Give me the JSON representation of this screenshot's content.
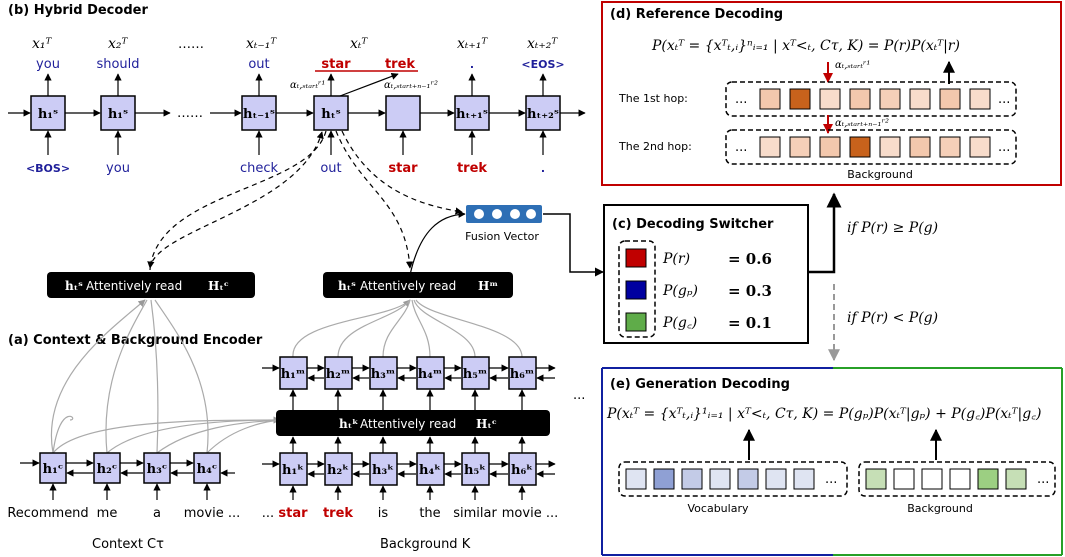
{
  "panels": {
    "hybrid_decoder": "(b) Hybrid Decoder",
    "context_encoder": "(a) Context  &  Background Encoder",
    "reference_decoding": "(d) Reference Decoding",
    "decoding_switcher": "(c) Decoding Switcher",
    "generation_decoding": "(e) Generation Decoding"
  },
  "decoder": {
    "top_vars": [
      "x₁ᵀ",
      "x₂ᵀ",
      "……",
      "xₜ₋₁ᵀ",
      "xₜᵀ",
      "xₜ₊₁ᵀ",
      "xₜ₊₂ᵀ"
    ],
    "outputs": [
      "you",
      "should",
      "out",
      ".",
      "<EOS>"
    ],
    "red_outputs": [
      "star",
      "trek"
    ],
    "inputs": [
      "<BOS>",
      "you",
      "check",
      "out",
      "star",
      "trek",
      "."
    ],
    "cell_labels": [
      "h₁ˢ",
      "h₁ˢ",
      "……",
      "hₜ₋₁ˢ",
      "hₜˢ",
      "hₜ₊₁ˢ",
      "hₜ₊₂ˢ"
    ],
    "alpha1": "αₜ,ₛₜₐᵣₜʳ¹",
    "alpha2": "αₜ,ₛₜₐᵣₜ₊ₙ₋₁ʳ²",
    "fusion_label": "Fusion Vector",
    "attn_context_prefix": "hₜˢ",
    "attn_context_text": "Attentively read",
    "attn_context_suffix": "Hₜᶜ",
    "attn_background_prefix": "hₜˢ",
    "attn_background_text": "Attentively read",
    "attn_background_suffix": "Hᵐ"
  },
  "encoder": {
    "context_cells": [
      "h₁ᶜ",
      "h₂ᶜ",
      "h₃ᶜ",
      "h₄ᶜ"
    ],
    "context_words": [
      "Recommend",
      "me",
      "a",
      "movie ..."
    ],
    "context_caption": "Context Cτ",
    "memory_cells": [
      "h₁ᵐ",
      "h₂ᵐ",
      "h₃ᵐ",
      "h₄ᵐ",
      "h₅ᵐ",
      "h₆ᵐ"
    ],
    "knowledge_cells": [
      "h₁ᵏ",
      "h₂ᵏ",
      "h₃ᵏ",
      "h₄ᵏ",
      "h₅ᵏ",
      "h₆ᵏ"
    ],
    "bg_words": [
      "...",
      "star",
      "trek",
      "is",
      "the",
      "similar",
      "movie ..."
    ],
    "bg_red_indices": [
      1,
      2
    ],
    "bg_caption": "Background K",
    "attn_k_prefix": "hₜᵏ",
    "attn_k_text": "Attentively read",
    "attn_k_suffix": "Hₜᶜ",
    "ellipsis": "..."
  },
  "reference": {
    "formula": "P(xₜᵀ = {xᵀₜ,ᵢ}ⁿᵢ₌₁ | xᵀ<ₜ, Cτ, K) = P(r)P(xₜᵀ|r)",
    "hop1_label": "The 1st hop:",
    "hop2_label": "The 2nd hop:",
    "hop1_alpha": "αₜ,ₛₜₐᵣₜʳ¹",
    "hop2_alpha": "αₜ,ₛₜₐᵣₜ₊ₙ₋₁ʳ²",
    "hop1_cells": [
      "#f3c8ad",
      "#c8621c",
      "#f8dccb",
      "#f3c8ad",
      "#f5cfb8",
      "#f8dccb",
      "#f3c8ad",
      "#f8dccb"
    ],
    "hop2_cells": [
      "#f8dccb",
      "#f5cfb8",
      "#f3c8ad",
      "#c8621c",
      "#f8dccb",
      "#f3c8ad",
      "#f5cfb8",
      "#f8dccb"
    ],
    "caption": "Background",
    "ellipsis": "..."
  },
  "switcher": {
    "rows": [
      {
        "label": "P(r)",
        "value": "= 0.6",
        "color": "#c00000"
      },
      {
        "label": "P(gₚ)",
        "value": "= 0.3",
        "color": "#0000a0"
      },
      {
        "label": "P(g꜀)",
        "value": "= 0.1",
        "color": "#5fac49"
      }
    ],
    "cond_ref": "if P(r) ≥ P(g)",
    "cond_gen": "if P(r) < P(g)"
  },
  "generation": {
    "formula": "P(xₜᵀ = {xᵀₜ,ᵢ}¹ᵢ₌₁ | xᵀ<ₜ, Cτ, K) = P(gₚ)P(xₜᵀ|gₚ) + P(g꜀)P(xₜᵀ|g꜀)",
    "vocab_cells": [
      "#dfe4f2",
      "#8fa0d4",
      "#c3cbe7",
      "#dfe4f2",
      "#c3cbe7",
      "#dfe4f2",
      "#dfe4f2"
    ],
    "bg_cells": [
      "#c6dfb6",
      "#ffffff",
      "#ffffff",
      "#ffffff",
      "#9ccf82",
      "#c6dfb6"
    ],
    "vocab_caption": "Vocabulary",
    "bg_caption": "Background",
    "ellipsis": "..."
  },
  "colors": {
    "cell_fill": "#ccccf5",
    "red": "#c00000",
    "blue": "#1f1f9a",
    "reference_border": "#c00000",
    "generation_border_blue": "#1020a0",
    "generation_border_green": "#27a027"
  }
}
